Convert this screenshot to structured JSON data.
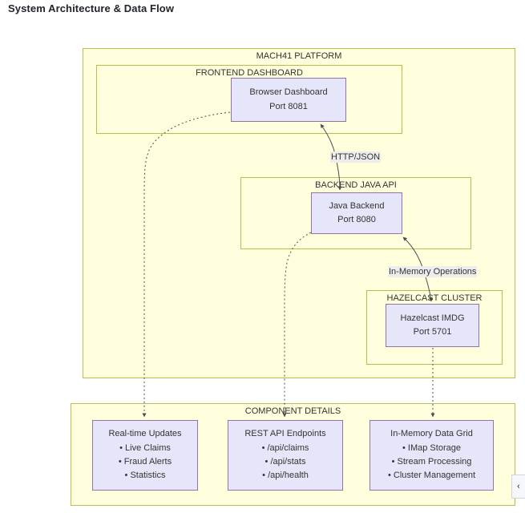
{
  "page": {
    "title": "System Architecture & Data Flow"
  },
  "clusters": {
    "platform": {
      "label": "MACH41 PLATFORM"
    },
    "frontend": {
      "label": "FRONTEND DASHBOARD"
    },
    "backend": {
      "label": "BACKEND JAVA API"
    },
    "hazelcast": {
      "label": "HAZELCAST CLUSTER"
    },
    "details": {
      "label": "COMPONENT DETAILS"
    }
  },
  "nodes": {
    "browser": {
      "title": "Browser Dashboard",
      "subtitle": "Port 8081"
    },
    "backend": {
      "title": "Java Backend",
      "subtitle": "Port 8080"
    },
    "hazelcast": {
      "title": "Hazelcast IMDG",
      "subtitle": "Port 5701"
    }
  },
  "edges": {
    "http": {
      "label": "HTTP/JSON"
    },
    "inmemory": {
      "label": "In-Memory Operations"
    }
  },
  "details": [
    {
      "title": "Real-time Updates",
      "items": [
        "• Live Claims",
        "• Fraud Alerts",
        "• Statistics"
      ]
    },
    {
      "title": "REST API Endpoints",
      "items": [
        "• /api/claims",
        "• /api/stats",
        "• /api/health"
      ]
    },
    {
      "title": "In-Memory Data Grid",
      "items": [
        "• IMap Storage",
        "• Stream Processing",
        "• Cluster Management"
      ]
    }
  ],
  "controls": {
    "collapse_icon": "‹"
  },
  "colors": {
    "cluster_fill": "#ffffde",
    "cluster_border": "#bcbc50",
    "node_fill": "#e6e6fa",
    "node_border": "#9673a6",
    "edge_stroke": "#4d4d4d",
    "edge_label_bg": "#ededed",
    "text": "#333333",
    "title_text": "#20252b"
  }
}
